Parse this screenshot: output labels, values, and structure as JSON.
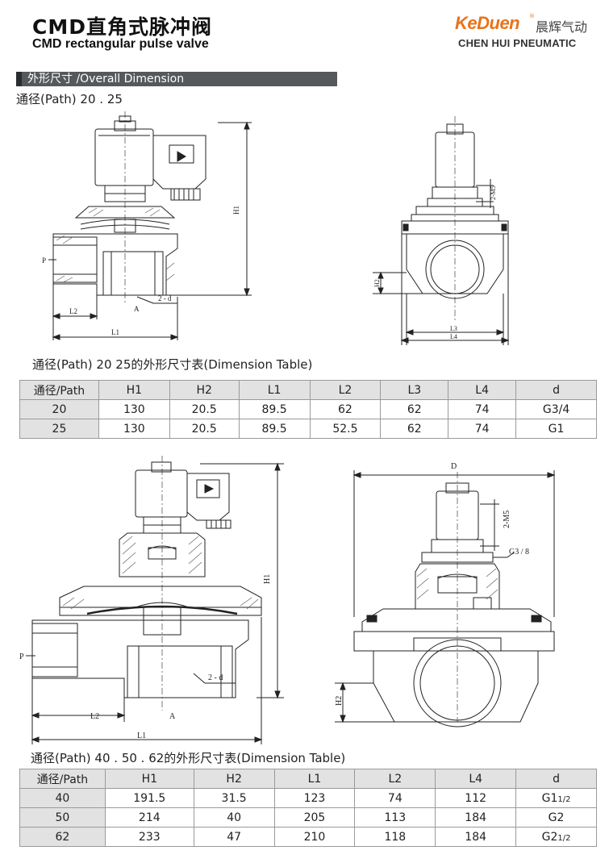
{
  "header": {
    "title_cn": "CMD直角式脉冲阀",
    "title_en": "CMD rectangular pulse valve"
  },
  "logo": {
    "brand": "KeDuen",
    "reg": "®",
    "cn": "晨辉气动",
    "en": "CHEN HUI PNEUMATIC",
    "brand_color": "#e8731a"
  },
  "section": {
    "title": "外形尺寸 /Overall Dimension",
    "path_caption": "通径(Path) 20 . 25"
  },
  "drawing1": {
    "front_labels": {
      "h1": "H1",
      "p": "P",
      "a": "A",
      "l2": "L2",
      "l1": "L1",
      "d": "2 - d"
    },
    "side_labels": {
      "m5": "2-M5",
      "h2": "H2",
      "l3": "L3",
      "l4": "L4"
    }
  },
  "table1": {
    "caption": "通径(Path) 20   25的外形尺寸表(Dimension Table)",
    "headers": [
      "通径/Path",
      "H1",
      "H2",
      "L1",
      "L2",
      "L3",
      "L4",
      "d"
    ],
    "rows": [
      [
        "20",
        "130",
        "20.5",
        "89.5",
        "62",
        "62",
        "74",
        "G3/4"
      ],
      [
        "25",
        "130",
        "20.5",
        "89.5",
        "52.5",
        "62",
        "74",
        "G1"
      ]
    ]
  },
  "drawing2": {
    "front_labels": {
      "h1": "H1",
      "p": "P",
      "a": "A",
      "l2": "L2",
      "l1": "L1",
      "d": "2 - d"
    },
    "side_labels": {
      "d_top": "D",
      "m5": "2-M5",
      "g38": "G3 / 8",
      "h2": "H2"
    }
  },
  "table2": {
    "caption": "通径(Path) 40 .  50  .  62的外形尺寸表(Dimension Table)",
    "headers": [
      "通径/Path",
      "H1",
      "H2",
      "L1",
      "L2",
      "L4",
      "d"
    ],
    "rows": [
      [
        "40",
        "191.5",
        "31.5",
        "123",
        "74",
        "112",
        "G1",
        "1/2"
      ],
      [
        "50",
        "214",
        "40",
        "205",
        "113",
        "184",
        "G2",
        ""
      ],
      [
        "62",
        "233",
        "47",
        "210",
        "118",
        "184",
        "G2",
        "1/2"
      ]
    ]
  },
  "colors": {
    "line": "#222222",
    "hatch": "#555555",
    "header_bg": "#e2e2e2",
    "bar": "#55595c"
  }
}
